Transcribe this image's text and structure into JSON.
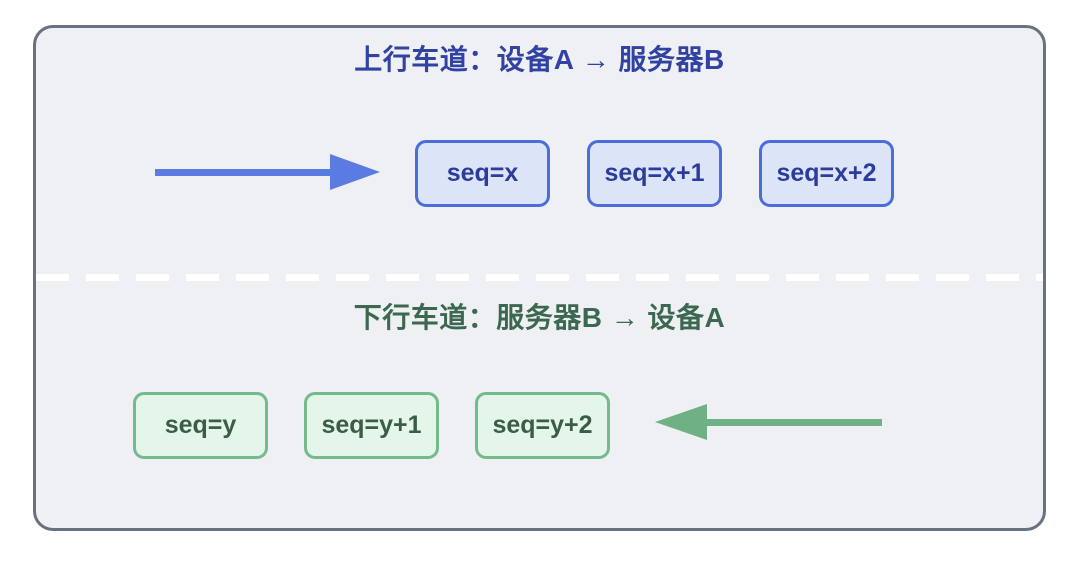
{
  "theme": {
    "container_bg": "#eef0f4",
    "container_border": "#697180",
    "up_title": "#3142a2",
    "up_box_fill": "#dce5f8",
    "up_box_border": "#4b6cdb",
    "up_box_text": "#2c3c9c",
    "up_arrow": "#5a7ce2",
    "down_title": "#3c684f",
    "down_box_fill": "#e4f5e9",
    "down_box_border": "#74ba8e",
    "down_box_text": "#3a5c49",
    "down_arrow": "#6fb085",
    "divider_dash": "#ffffff"
  },
  "diagram": {
    "lanes": [
      {
        "id": "uplink",
        "title": "上行车道：设备A → 服务器B",
        "direction": "right",
        "packets": [
          "seq=x",
          "seq=x+1",
          "seq=x+2"
        ]
      },
      {
        "id": "downlink",
        "title": "下行车道：服务器B → 设备A",
        "direction": "left",
        "packets": [
          "seq=y",
          "seq=y+1",
          "seq=y+2"
        ]
      }
    ]
  }
}
